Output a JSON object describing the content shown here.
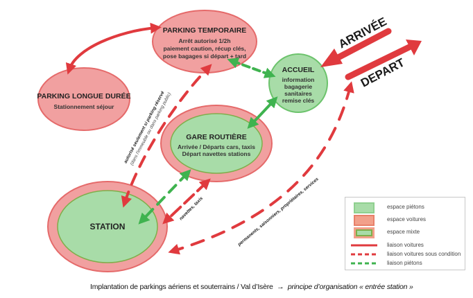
{
  "colors": {
    "car_red": "#e03a3e",
    "car_fill": "#f1a0a0",
    "car_stroke": "#e56a6a",
    "ped_green": "#3fb34f",
    "ped_fill": "#a8dca8",
    "ped_stroke": "#6cc36c",
    "mixed_inner_stroke": "#7fae4a"
  },
  "nodes": {
    "parking_temporaire": {
      "title": "PARKING TEMPORAIRE",
      "lines": [
        "Arrêt autorisé 1/2h",
        "paiement caution, récup clés,",
        "pose bagages si départ + tard"
      ],
      "type": "espace voitures"
    },
    "parking_longue_duree": {
      "title": "PARKING LONGUE DURÉE",
      "lines": [
        "Stationnement séjour"
      ],
      "type": "espace voitures"
    },
    "accueil": {
      "title": "ACCUEIL",
      "lines": [
        "information",
        "bagagerie",
        "sanitaires",
        "remise clés"
      ],
      "type": "espace piétons"
    },
    "gare_routiere": {
      "title": "GARE ROUTIÈRE",
      "lines": [
        "Arrivée / Départs cars, taxis",
        "Départ navettes stations"
      ],
      "type": "espace mixte"
    },
    "station": {
      "title": "STATION",
      "lines": [],
      "type": "espace mixte"
    }
  },
  "flows": {
    "arrivee": "ARRIVÉE",
    "depart": "DEPART"
  },
  "edge_labels": {
    "reserved_parking": "autorisé seulement si parking réservé",
    "reserved_parking_sub": "(dans l'immeuble ou dans parking public)",
    "navettes": "navettes, taxis",
    "permanents": "permanents, saisonniers, propriétaires, services"
  },
  "legend": {
    "items": [
      {
        "label": "espace piétons",
        "kind": "ped-area"
      },
      {
        "label": "espace voitures",
        "kind": "car-area"
      },
      {
        "label": "espace mixte",
        "kind": "mixed-area"
      },
      {
        "label": "liaison voitures",
        "kind": "car-link"
      },
      {
        "label": "liaison voitures sous condition",
        "kind": "car-link-conditional"
      },
      {
        "label": "liaison piétons",
        "kind": "ped-link"
      }
    ]
  },
  "caption": {
    "main": "Implantation de parkings aériens et souterrains / Val d’Isère",
    "arrow": "→",
    "italic": "principe d’organisation « entrée station »"
  }
}
